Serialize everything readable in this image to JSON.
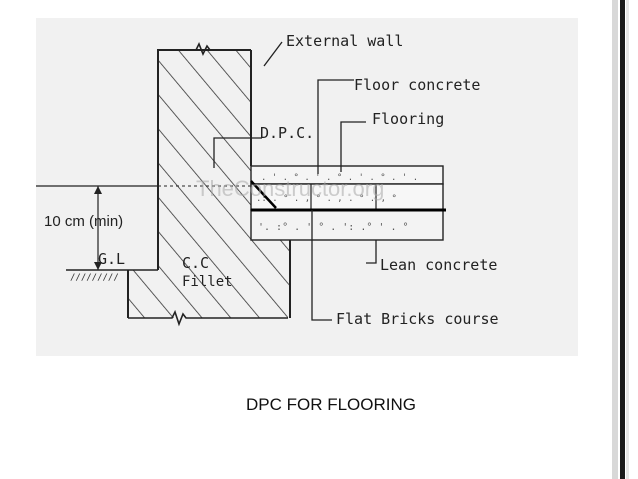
{
  "diagram": {
    "labels": {
      "external_wall": "External wall",
      "floor_concrete": "Floor concrete",
      "dpc": "D.P.C.",
      "flooring": "Flooring",
      "height": "10 cm (min)",
      "gl": "G.L",
      "cc_fillet_line1": "C.C",
      "cc_fillet_line2": "Fillet",
      "lean_concrete": "Lean concrete",
      "flat_bricks": "Flat Bricks course"
    },
    "watermark": "TheConstructor.org"
  },
  "caption": "DPC FOR FLOORING"
}
